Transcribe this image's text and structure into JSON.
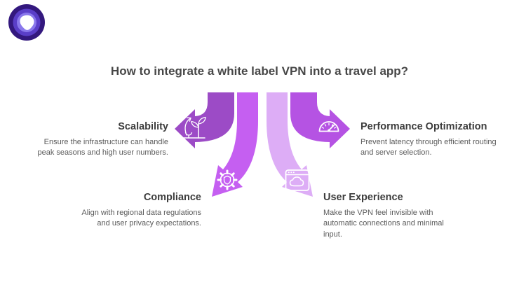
{
  "logo": {
    "icon": "vpn-brand-logo-icon",
    "colors": {
      "outer": "#33187E",
      "mid": "#5A3EC8",
      "inner": "#8A78EC",
      "core": "#FFFFFF"
    }
  },
  "title": "How to integrate a white label VPN into a travel app?",
  "items": [
    {
      "label": "Scalability",
      "description": "Ensure the infrastructure can handle peak seasons and high user numbers.",
      "icon": "growth-plant-icon",
      "arrow_color": "#9C4BC6"
    },
    {
      "label": "Performance Optimization",
      "description": "Prevent latency through efficient routing and server selection.",
      "icon": "speedometer-icon",
      "arrow_color": "#B553E3"
    },
    {
      "label": "Compliance",
      "description": "Align with regional data regulations and user privacy expectations.",
      "icon": "gear-shield-icon",
      "arrow_color": "#C55FF1"
    },
    {
      "label": "User Experience",
      "description": "Make the VPN feel invisible with automatic connections and minimal input.",
      "icon": "browser-cloud-icon",
      "arrow_color": "#DDADF6"
    }
  ],
  "text_colors": {
    "title": "#474747",
    "heading": "#3D3D3D",
    "body": "#5A5A5A"
  }
}
